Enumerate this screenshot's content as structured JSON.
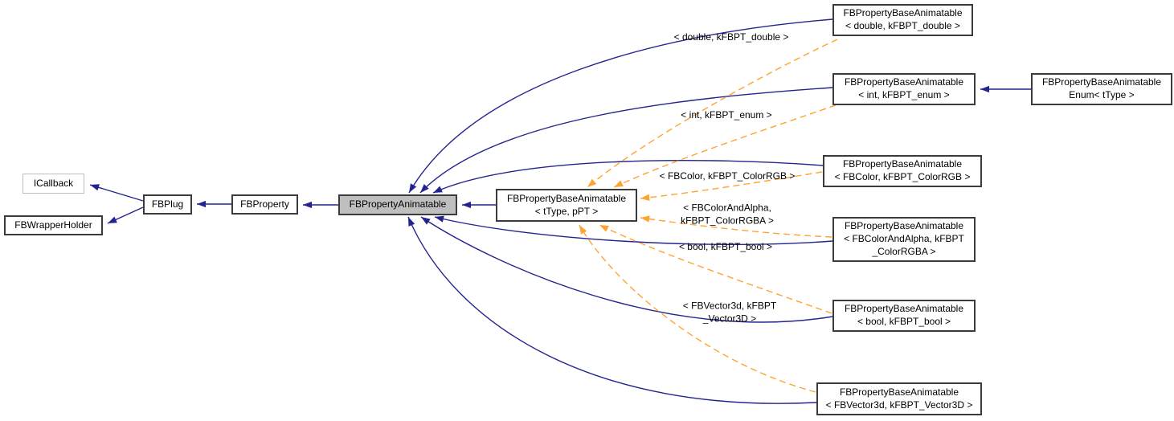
{
  "diagram": {
    "colors": {
      "edge_blue": "#24248f",
      "edge_orange": "#ffa333",
      "selected_fill": "#bfbfbf",
      "node_fill": "#ffffff",
      "node_border": "#3b3b3b",
      "external_border": "#bdbdbd",
      "text": "#000000"
    },
    "nodes": {
      "icallback": {
        "label": "ICallback"
      },
      "fbwrapperholder": {
        "label": "FBWrapperHolder"
      },
      "fbplug": {
        "label": "FBPlug"
      },
      "fbproperty": {
        "label": "FBProperty"
      },
      "fbpropertyanimatable": {
        "label": "FBPropertyAnimatable"
      },
      "template_base": {
        "label": "FBPropertyBaseAnimatable\n< tType, pPT >"
      },
      "spec_double": {
        "label": "FBPropertyBaseAnimatable\n< double, kFBPT_double >"
      },
      "spec_int": {
        "label": "FBPropertyBaseAnimatable\n< int, kFBPT_enum >"
      },
      "enum_ttype": {
        "label": "FBPropertyBaseAnimatable\nEnum< tType >"
      },
      "spec_colorrgb": {
        "label": "FBPropertyBaseAnimatable\n< FBColor, kFBPT_ColorRGB >"
      },
      "spec_colorrgba": {
        "label": "FBPropertyBaseAnimatable\n< FBColorAndAlpha, kFBPT\n_ColorRGBA >"
      },
      "spec_bool": {
        "label": "FBPropertyBaseAnimatable\n< bool, kFBPT_bool >"
      },
      "spec_vector3d": {
        "label": "FBPropertyBaseAnimatable\n< FBVector3d, kFBPT_Vector3D >"
      }
    },
    "edge_labels": {
      "double": "< double, kFBPT_double >",
      "int": "< int, kFBPT_enum >",
      "colorrgb": "< FBColor, kFBPT_ColorRGB >",
      "colorrgba": "< FBColorAndAlpha,\nkFBPT_ColorRGBA >",
      "bool": "< bool, kFBPT_bool >",
      "vector3d": "< FBVector3d, kFBPT\n_Vector3D >"
    }
  }
}
